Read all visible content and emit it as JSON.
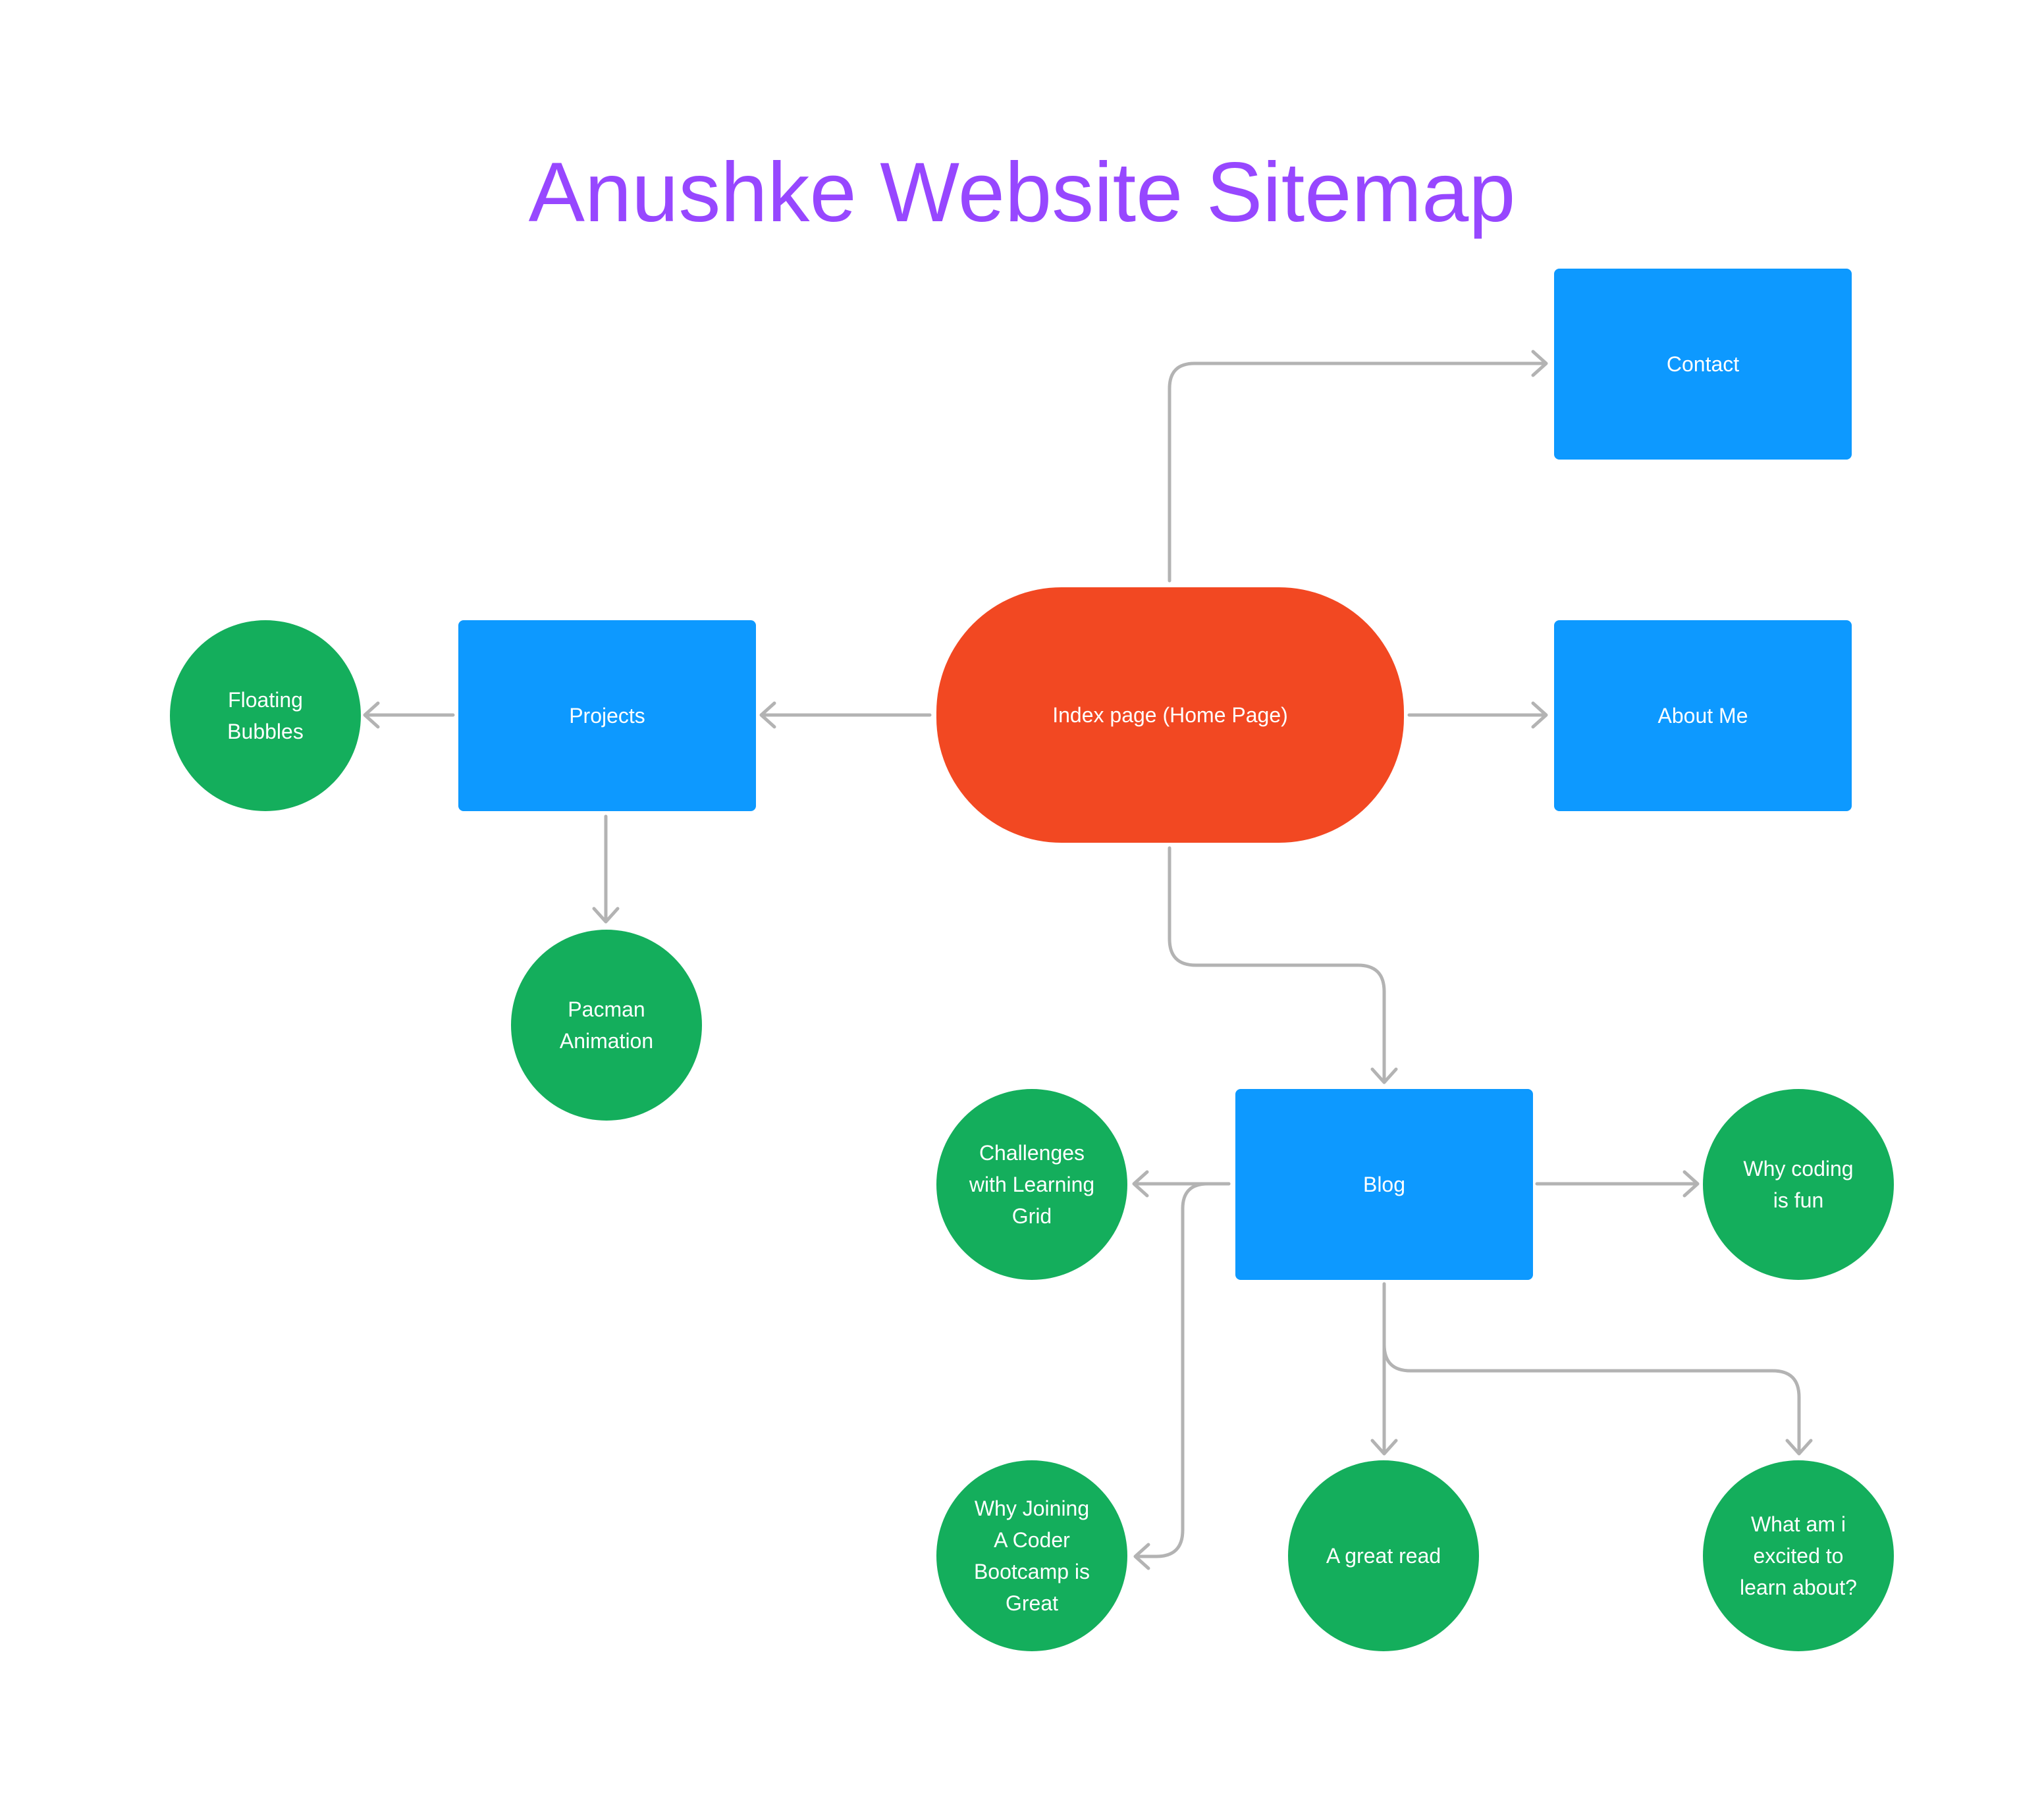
{
  "diagram": {
    "title": "Anushke Website Sitemap",
    "colors": {
      "title": "#9747ff",
      "page": "#0d99ff",
      "home": "#f24822",
      "subpage": "#14ae5c",
      "connector": "#b3b3b3",
      "text": "#ffffff"
    },
    "nodes": {
      "home": "Index page (Home Page)",
      "contact": "Contact",
      "about": "About Me",
      "projects": "Projects",
      "blog": "Blog",
      "floating_bubbles": "Floating\nBubbles",
      "pacman": "Pacman\nAnimation",
      "challenges": "Challenges\nwith Learning\nGrid",
      "why_coding": "Why coding\nis fun",
      "bootcamp": "Why Joining\nA Coder\nBootcamp is\nGreat",
      "great_read": "A great read",
      "excited": "What am i\nexcited to\nlearn about?"
    },
    "edges": [
      {
        "from": "home",
        "to": "contact"
      },
      {
        "from": "home",
        "to": "about"
      },
      {
        "from": "home",
        "to": "projects"
      },
      {
        "from": "home",
        "to": "blog"
      },
      {
        "from": "projects",
        "to": "floating_bubbles"
      },
      {
        "from": "projects",
        "to": "pacman"
      },
      {
        "from": "blog",
        "to": "challenges"
      },
      {
        "from": "blog",
        "to": "why_coding"
      },
      {
        "from": "blog",
        "to": "bootcamp"
      },
      {
        "from": "blog",
        "to": "great_read"
      },
      {
        "from": "blog",
        "to": "excited"
      }
    ]
  }
}
